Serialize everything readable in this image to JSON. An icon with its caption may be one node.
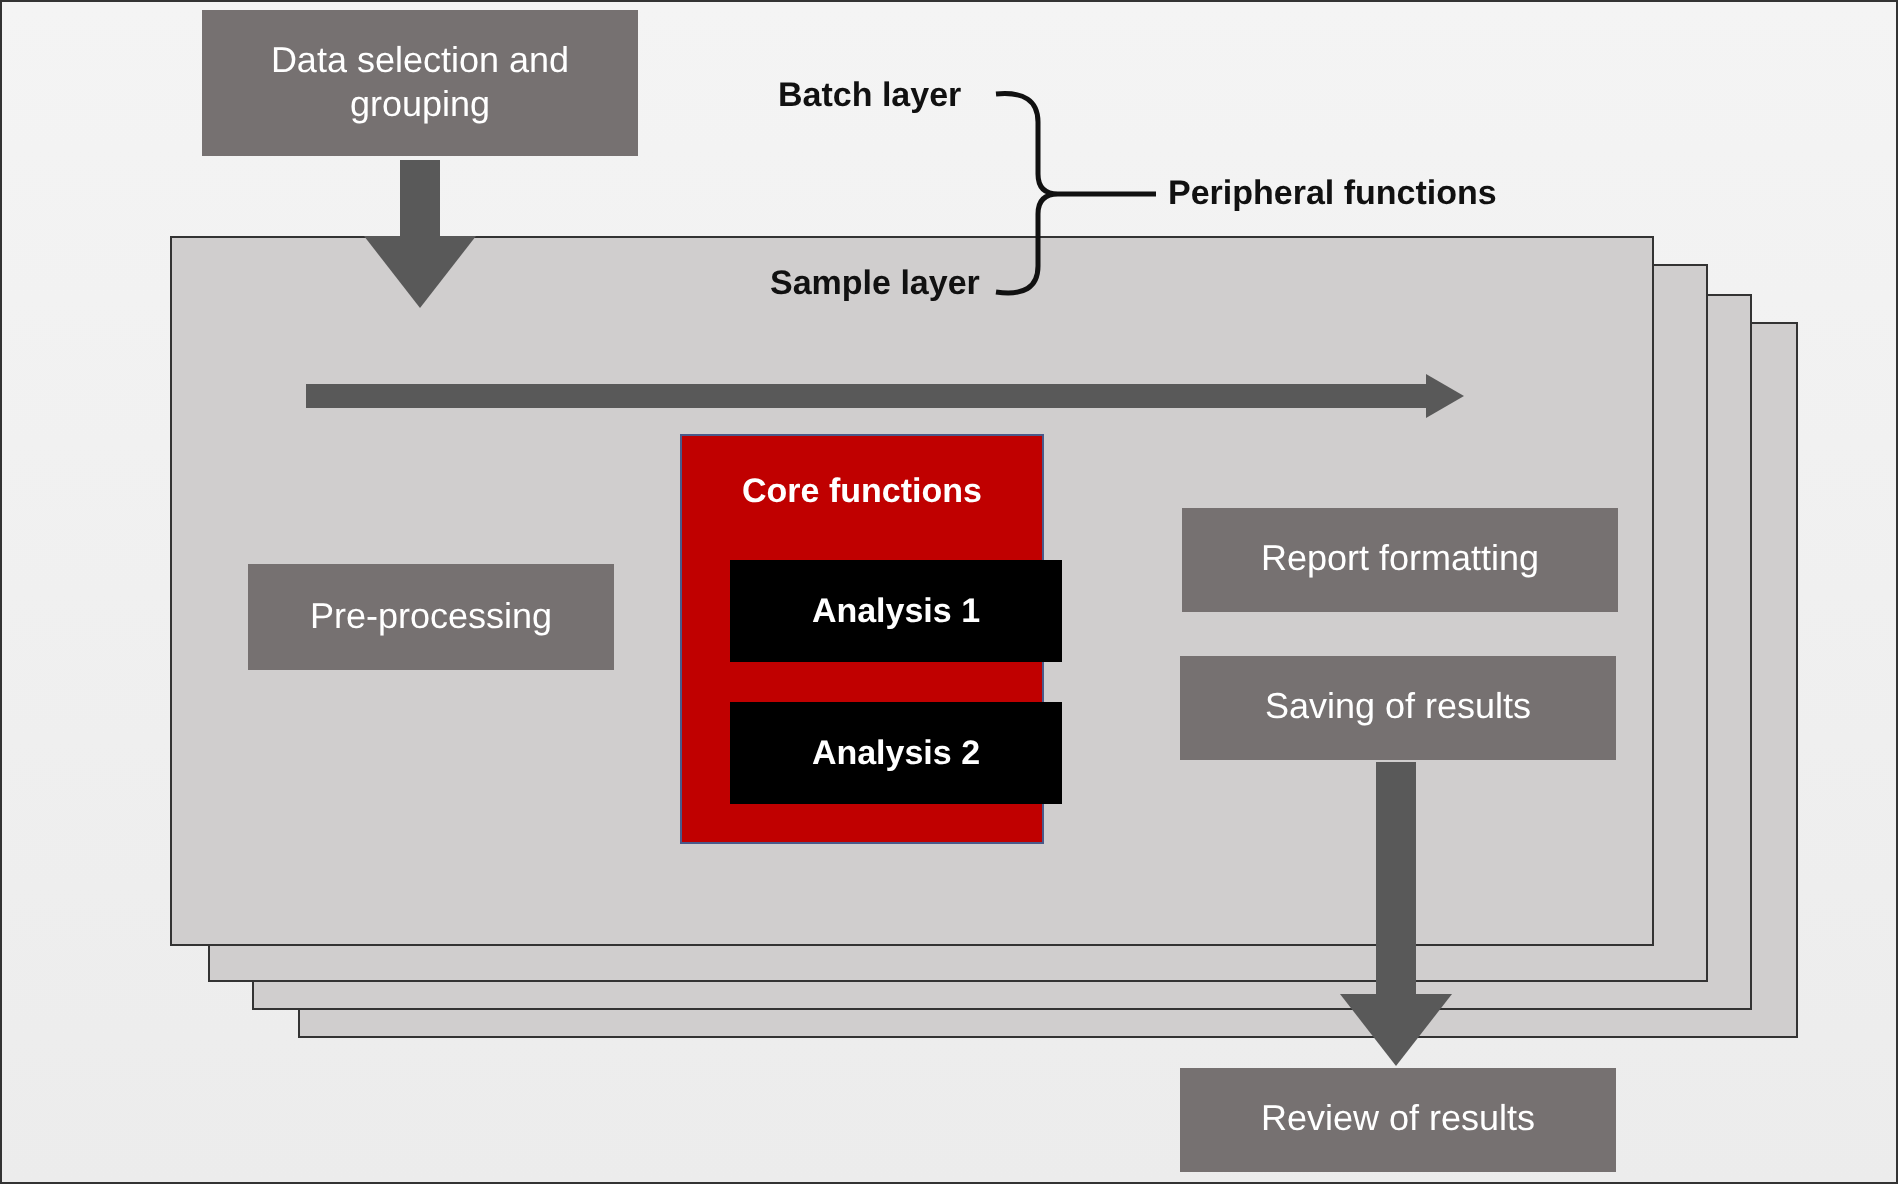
{
  "diagram": {
    "nodes": [
      {
        "text": [
          "Data selection and grouping"
        ]
      },
      {
        "text": [],
        "shape": "box"
      },
      {
        "text": [
          "Pre-processing"
        ],
        "in": 1
      },
      {
        "text": [
          "Core functions"
        ],
        "in": 1
      },
      {
        "text": [
          "Analysis 1"
        ],
        "in": 3
      },
      {
        "text": [
          "Analysis 2"
        ],
        "in": 3
      },
      {
        "text": [
          "Report formatting"
        ],
        "in": 1
      },
      {
        "text": [
          "Saving of results"
        ],
        "in": 1
      },
      {
        "text": [
          "Review of results"
        ]
      }
    ],
    "edges": [
      {
        "from": 0,
        "to": 1,
        "arrow": "to"
      },
      {
        "from": 7,
        "to": 8,
        "arrow": "to"
      }
    ],
    "labels": [
      "Batch layer",
      "Peripheral functions",
      "Sample layer"
    ]
  }
}
